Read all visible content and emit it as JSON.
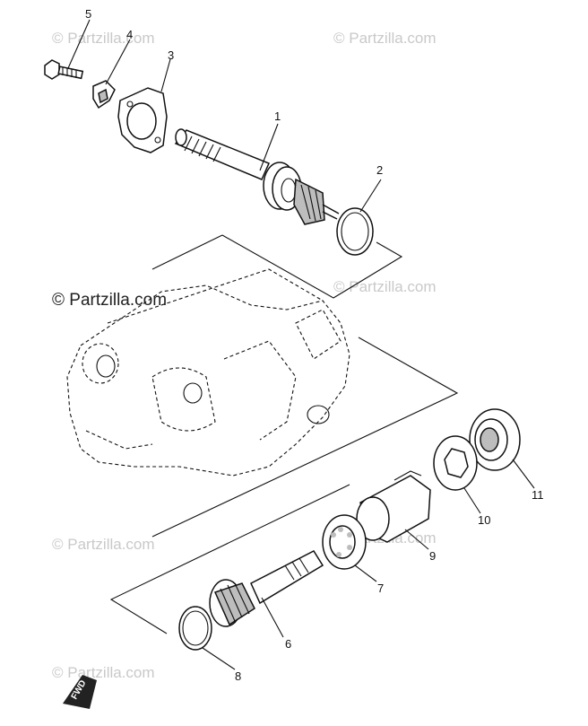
{
  "watermarks": [
    "© Partzilla.com",
    "© Partzilla.com",
    "© Partzilla.com",
    "© Partzilla.com",
    "© Partzilla.com",
    "© Partzilla.com",
    "© Partzilla.com"
  ],
  "fwd_label": "FWD",
  "callouts": [
    {
      "label": "1"
    },
    {
      "label": "2"
    },
    {
      "label": "3"
    },
    {
      "label": "4"
    },
    {
      "label": "5"
    },
    {
      "label": "6"
    },
    {
      "label": "7"
    },
    {
      "label": "8"
    },
    {
      "label": "9"
    },
    {
      "label": "10"
    },
    {
      "label": "11"
    }
  ]
}
